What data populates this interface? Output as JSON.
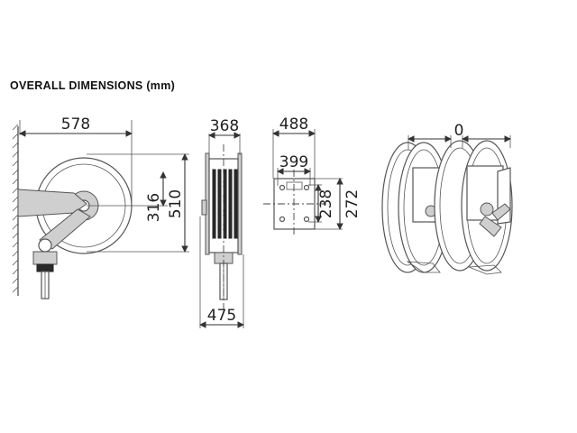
{
  "header": {
    "title": "OVERALL DIMENSIONS (mm)"
  },
  "dimensions": {
    "side_width": "578",
    "side_axis_height": "316",
    "side_height": "510",
    "front_top_width": "368",
    "front_bottom_width": "475",
    "bracket_width": "488",
    "bracket_hole_spacing_h": "399",
    "bracket_hole_spacing_v": "238",
    "bracket_height": "272",
    "multi_reel_gap": "0"
  },
  "icons": [
    "wall-hatching",
    "hose-reel-side-view",
    "hose-reel-front-view",
    "wall-bracket",
    "multi-reel-assembly"
  ]
}
